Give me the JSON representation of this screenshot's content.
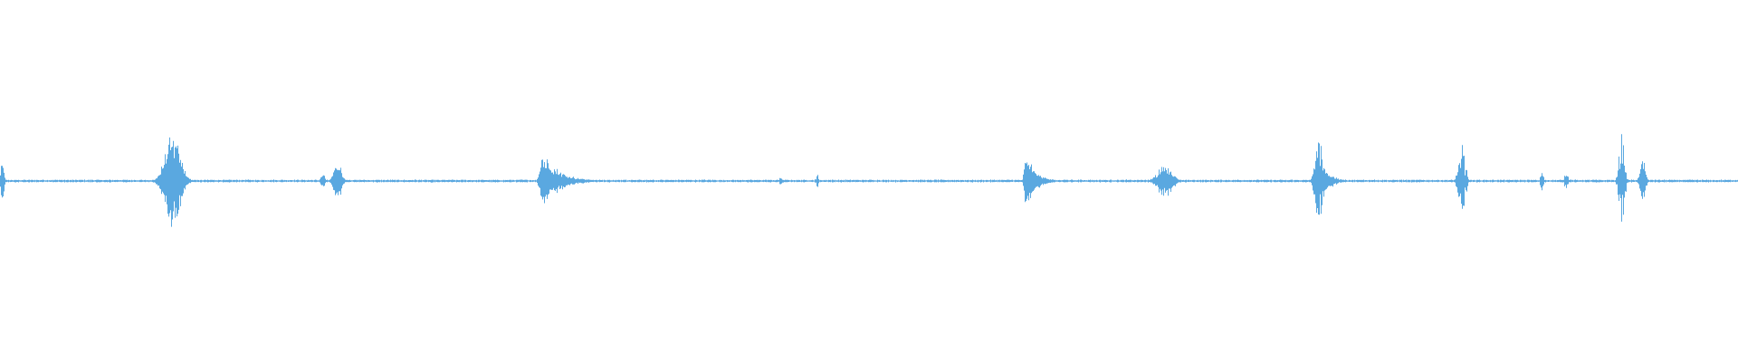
{
  "waveform": {
    "color": "#5aa8e0",
    "duration_fraction_full": 1.0,
    "baseline_amplitude": 0.006,
    "events": [
      {
        "t": 0.001,
        "amp": 0.12,
        "width": 0.003,
        "kind": "spike"
      },
      {
        "t": 0.099,
        "amp": 0.27,
        "width": 0.012,
        "kind": "burst"
      },
      {
        "t": 0.1855,
        "amp": 0.05,
        "width": 0.003,
        "kind": "spike"
      },
      {
        "t": 0.194,
        "amp": 0.12,
        "width": 0.006,
        "kind": "burst"
      },
      {
        "t": 0.312,
        "amp": 0.17,
        "width": 0.021,
        "kind": "decay"
      },
      {
        "t": 0.449,
        "amp": 0.03,
        "width": 0.002,
        "kind": "spike"
      },
      {
        "t": 0.47,
        "amp": 0.06,
        "width": 0.002,
        "kind": "spike"
      },
      {
        "t": 0.59,
        "amp": 0.18,
        "width": 0.012,
        "kind": "decay"
      },
      {
        "t": 0.67,
        "amp": 0.1,
        "width": 0.011,
        "kind": "burst"
      },
      {
        "t": 0.759,
        "amp": 0.29,
        "width": 0.006,
        "kind": "spike"
      },
      {
        "t": 0.762,
        "amp": 0.09,
        "width": 0.01,
        "kind": "decay"
      },
      {
        "t": 0.841,
        "amp": 0.21,
        "width": 0.005,
        "kind": "spike"
      },
      {
        "t": 0.887,
        "amp": 0.08,
        "width": 0.002,
        "kind": "spike"
      },
      {
        "t": 0.901,
        "amp": 0.1,
        "width": 0.002,
        "kind": "spike"
      },
      {
        "t": 0.933,
        "amp": 0.33,
        "width": 0.004,
        "kind": "spike"
      },
      {
        "t": 0.945,
        "amp": 0.12,
        "width": 0.004,
        "kind": "burst"
      }
    ]
  }
}
